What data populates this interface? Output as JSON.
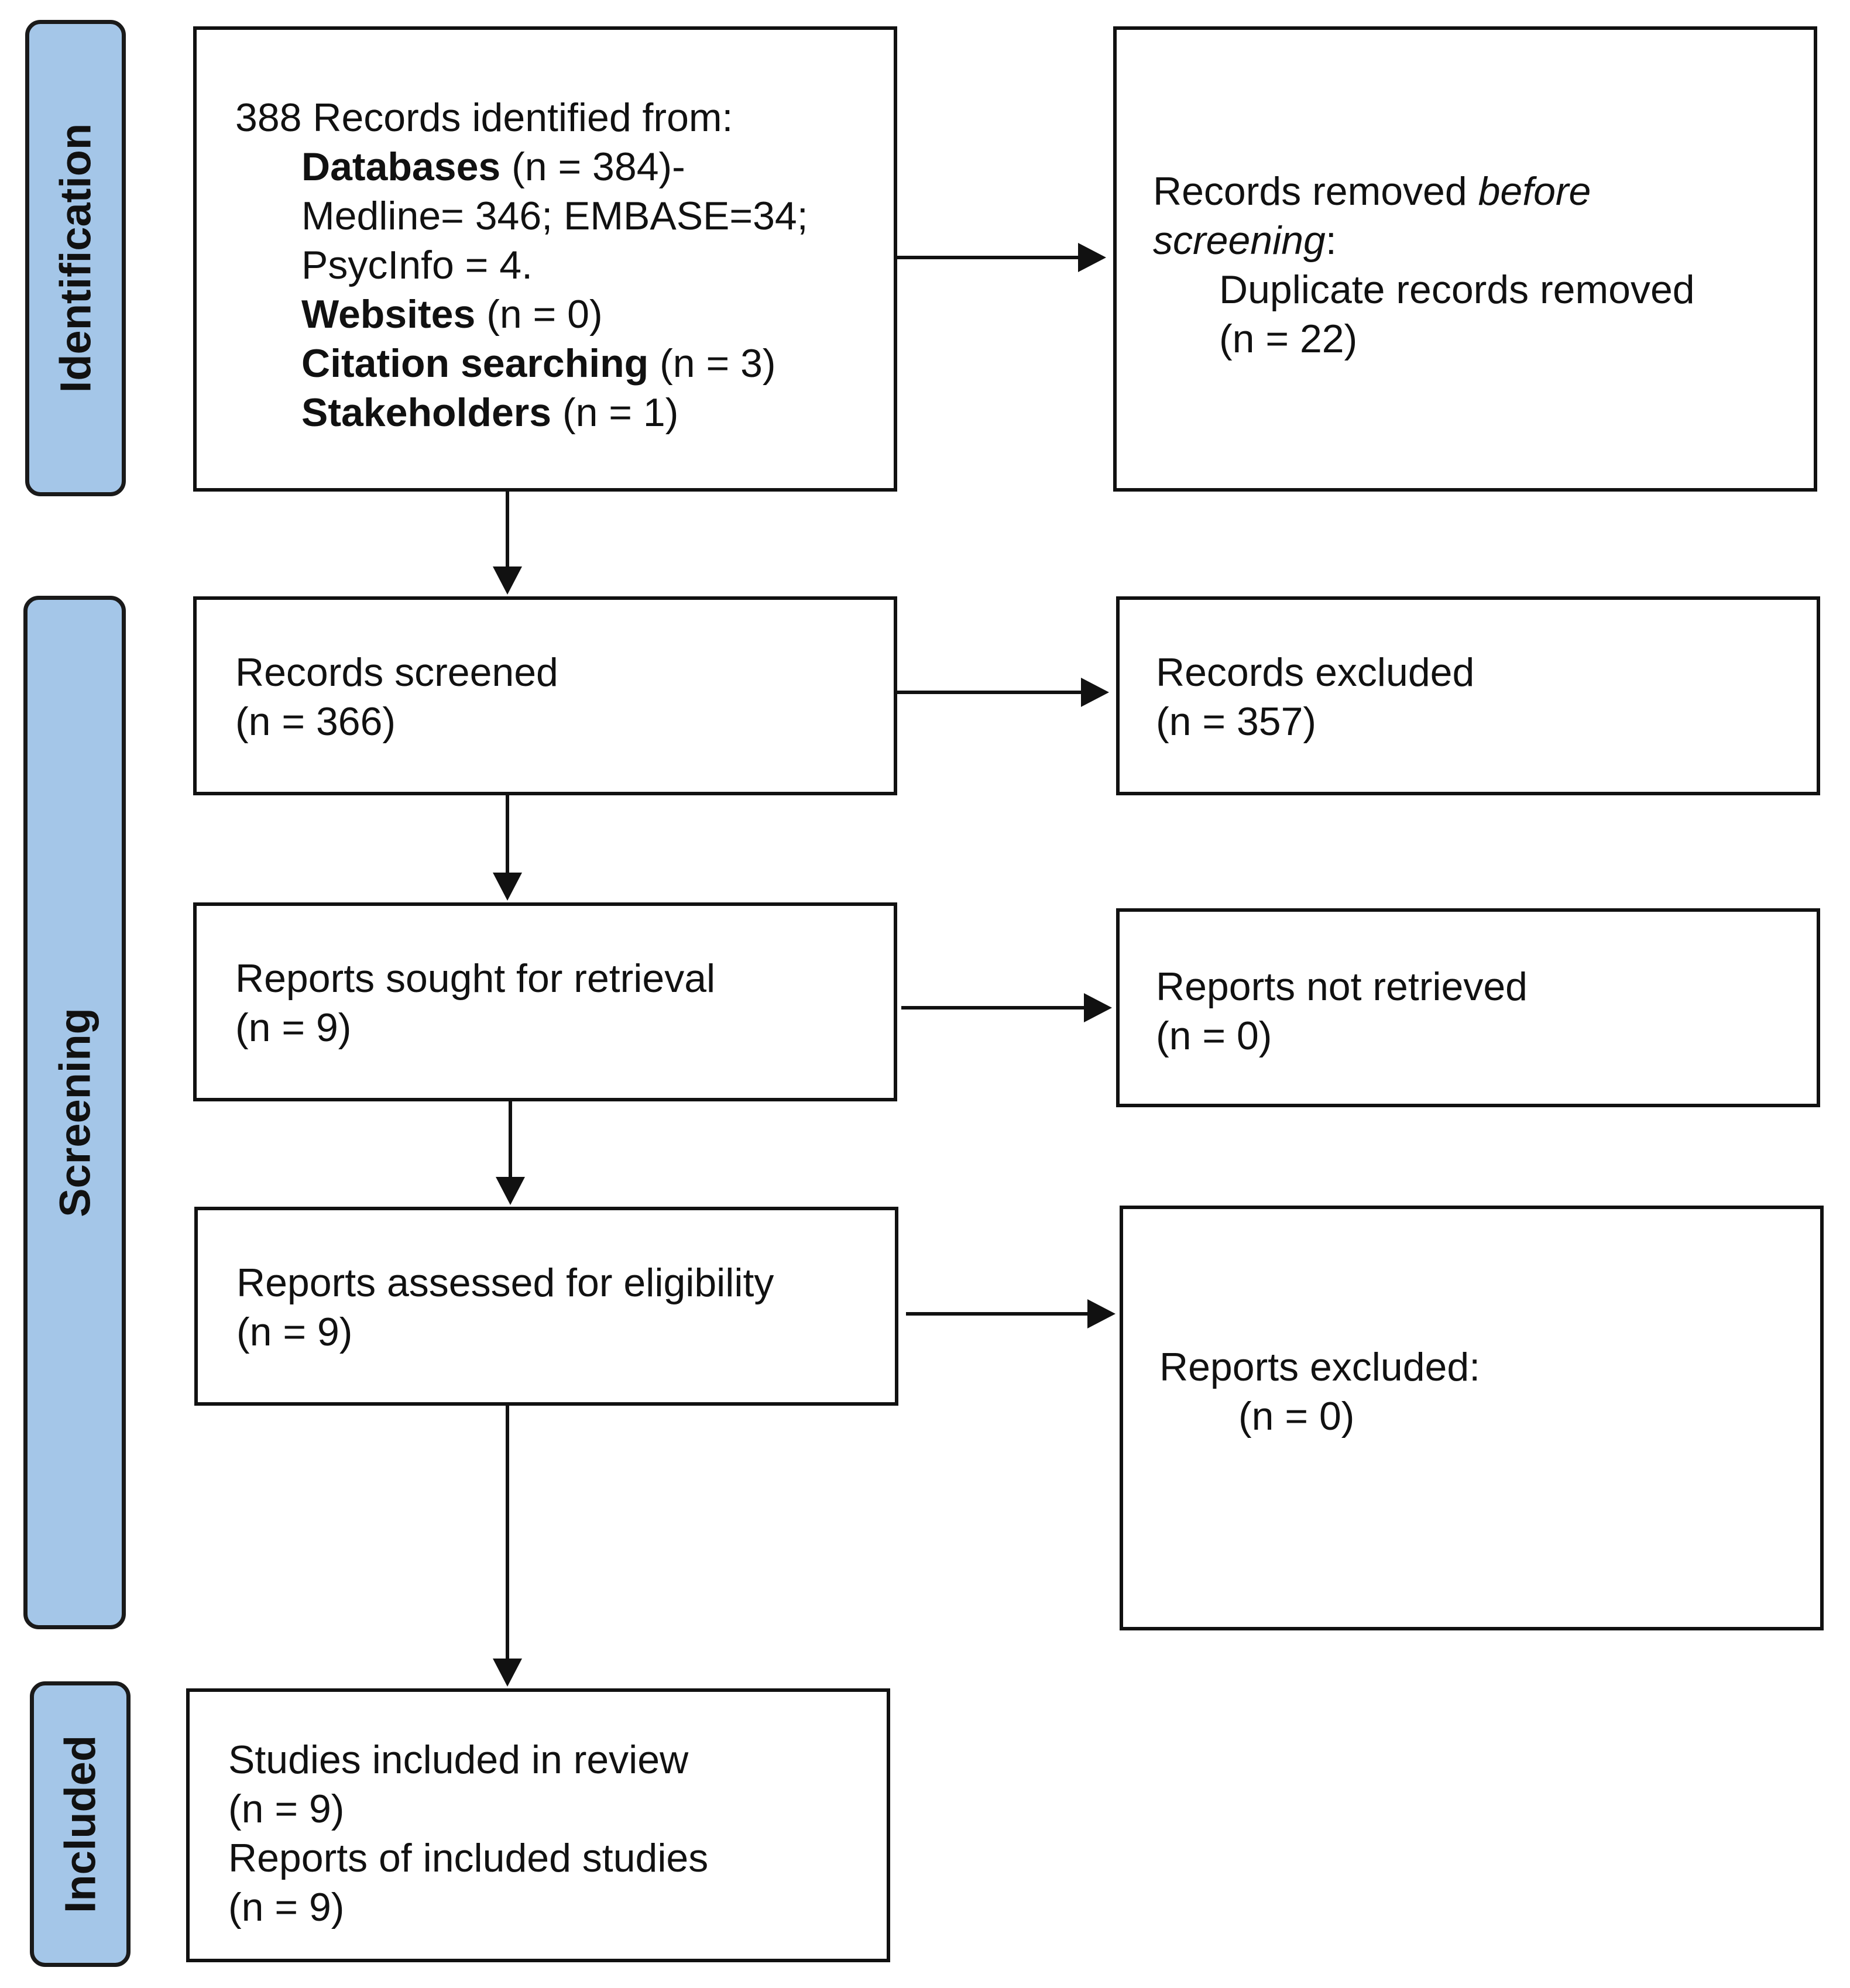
{
  "phases": {
    "identification": "Identification",
    "screening": "Screening",
    "included": "Included"
  },
  "identification_box": {
    "line1": "388 Records identified from:",
    "databases_label": "Databases",
    "databases_value": " (n = 384)-",
    "databases_detail_1": "Medline= 346; EMBASE=34;",
    "databases_detail_2": "PsycInfo = 4.",
    "websites_label": "Websites",
    "websites_value": " (n = 0)",
    "citation_label": "Citation searching",
    "citation_value": " (n = 3)",
    "stakeholders_label": "Stakeholders",
    "stakeholders_value": " (n = 1)"
  },
  "removed_box": {
    "line1_prefix": "Records removed ",
    "line1_italic": "before",
    "line2_italic": "screening",
    "line2_suffix": ":",
    "line3": "Duplicate records removed",
    "line4": "(n = 22)"
  },
  "screened_box": {
    "title": "Records screened",
    "count": "(n = 366)"
  },
  "excluded_box": {
    "title": "Records excluded",
    "count": "(n = 357)"
  },
  "sought_box": {
    "title": "Reports sought for retrieval",
    "count": "(n = 9)"
  },
  "not_retrieved_box": {
    "title": "Reports not retrieved",
    "count": "(n = 0)"
  },
  "assessed_box": {
    "title": "Reports assessed for eligibility",
    "count": "(n = 9)"
  },
  "reports_excluded_box": {
    "title": "Reports excluded:",
    "count": "(n = 0)"
  },
  "included_box": {
    "line1": "Studies included in review",
    "line2": "(n = 9)",
    "line3": "Reports of included studies",
    "line4": "(n = 9)"
  },
  "colors": {
    "phase_fill": "#a4c6e8",
    "stroke": "#111111"
  }
}
